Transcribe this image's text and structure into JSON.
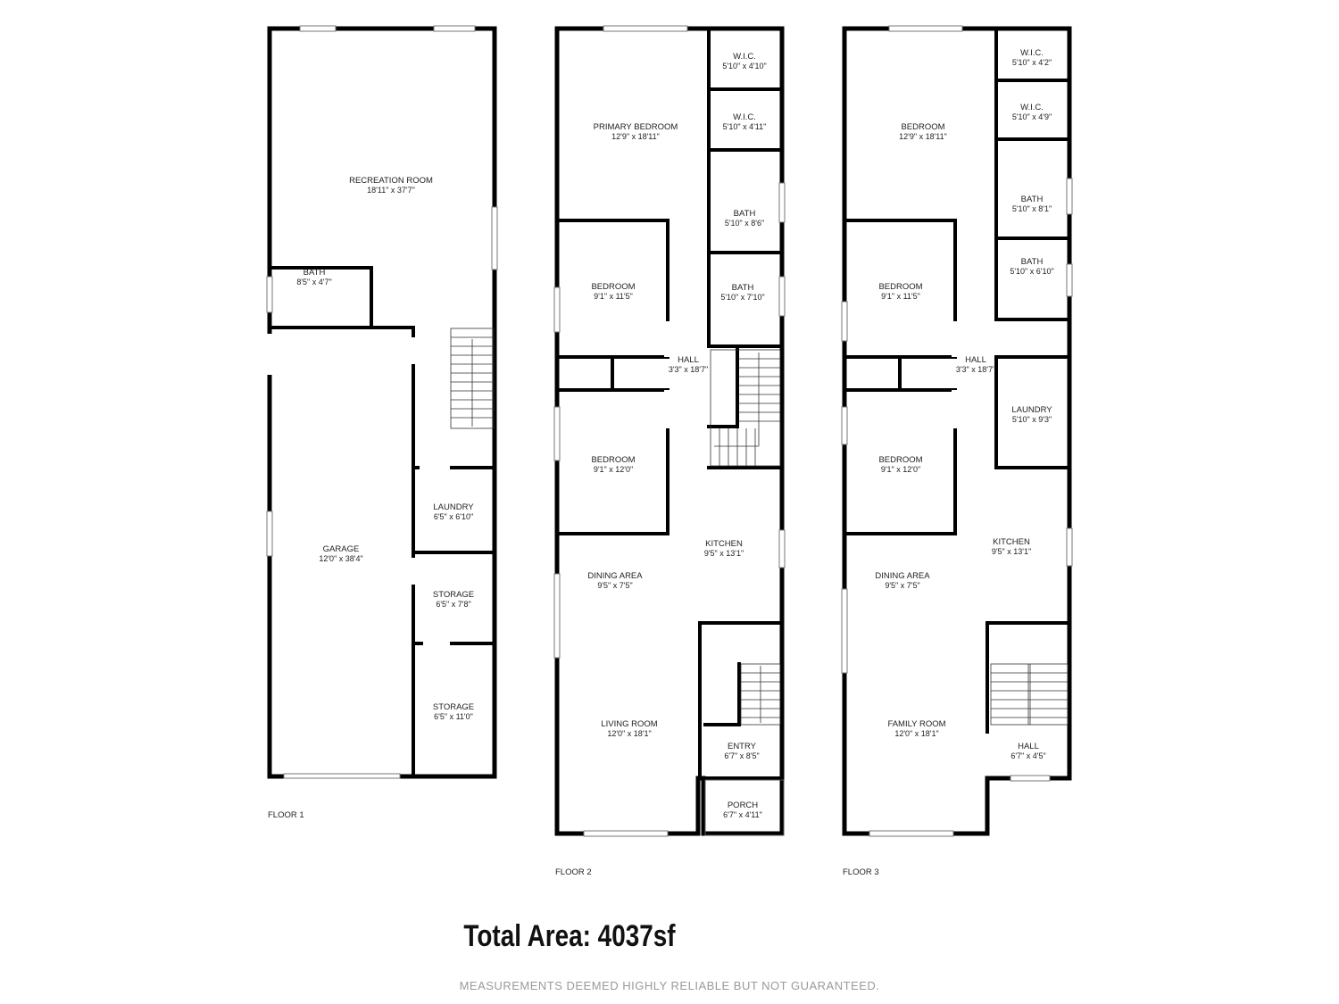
{
  "floors": [
    {
      "label": "FLOOR 1",
      "rooms": [
        {
          "name": "RECREATION ROOM",
          "dims": "18'11\" x 37'7\""
        },
        {
          "name": "BATH",
          "dims": "8'5\" x 4'7\""
        },
        {
          "name": "GARAGE",
          "dims": "12'0\" x 38'4\""
        },
        {
          "name": "LAUNDRY",
          "dims": "6'5\" x 6'10\""
        },
        {
          "name": "STORAGE",
          "dims": "6'5\" x 7'8\""
        },
        {
          "name": "STORAGE",
          "dims": "6'5\" x 11'0\""
        }
      ]
    },
    {
      "label": "FLOOR 2",
      "rooms": [
        {
          "name": "PRIMARY BEDROOM",
          "dims": "12'9\" x 18'11\""
        },
        {
          "name": "W.I.C.",
          "dims": "5'10\" x 4'10\""
        },
        {
          "name": "W.I.C.",
          "dims": "5'10\" x 4'11\""
        },
        {
          "name": "BATH",
          "dims": "5'10\" x 8'6\""
        },
        {
          "name": "BEDROOM",
          "dims": "9'1\" x 11'5\""
        },
        {
          "name": "BATH",
          "dims": "5'10\" x 7'10\""
        },
        {
          "name": "HALL",
          "dims": "3'3\" x 18'7\""
        },
        {
          "name": "BEDROOM",
          "dims": "9'1\" x 12'0\""
        },
        {
          "name": "KITCHEN",
          "dims": "9'5\" x 13'1\""
        },
        {
          "name": "DINING AREA",
          "dims": "9'5\" x 7'5\""
        },
        {
          "name": "LIVING ROOM",
          "dims": "12'0\" x 18'1\""
        },
        {
          "name": "ENTRY",
          "dims": "6'7\" x 8'5\""
        },
        {
          "name": "PORCH",
          "dims": "6'7\" x 4'11\""
        }
      ]
    },
    {
      "label": "FLOOR 3",
      "rooms": [
        {
          "name": "BEDROOM",
          "dims": "12'9\" x 18'11\""
        },
        {
          "name": "W.I.C.",
          "dims": "5'10\" x 4'2\""
        },
        {
          "name": "W.I.C.",
          "dims": "5'10\" x 4'9\""
        },
        {
          "name": "BATH",
          "dims": "5'10\" x 8'1\""
        },
        {
          "name": "BATH",
          "dims": "5'10\" x 6'10\""
        },
        {
          "name": "BEDROOM",
          "dims": "9'1\" x 11'5\""
        },
        {
          "name": "HALL",
          "dims": "3'3\" x 18'7\""
        },
        {
          "name": "LAUNDRY",
          "dims": "5'10\" x 9'3\""
        },
        {
          "name": "BEDROOM",
          "dims": "9'1\" x 12'0\""
        },
        {
          "name": "KITCHEN",
          "dims": "9'5\" x 13'1\""
        },
        {
          "name": "DINING AREA",
          "dims": "9'5\" x 7'5\""
        },
        {
          "name": "FAMILY ROOM",
          "dims": "12'0\" x 18'1\""
        },
        {
          "name": "HALL",
          "dims": "6'7\" x 4'5\""
        }
      ]
    }
  ],
  "total_area": "Total Area: 4037sf",
  "disclaimer": "MEASUREMENTS DEEMED HIGHLY RELIABLE BUT NOT GUARANTEED."
}
